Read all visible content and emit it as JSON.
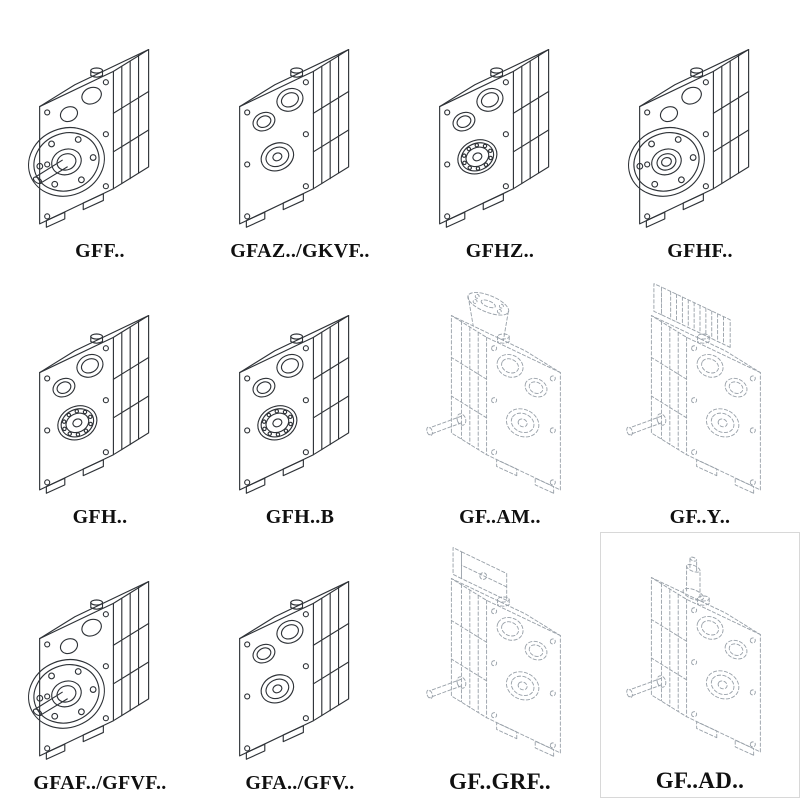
{
  "colors": {
    "background": "#ffffff",
    "line_solid": "#2e3237",
    "line_dashed": "#99a1a9"
  },
  "catalog": {
    "description": "gearbox-type-overview-diagram",
    "items": [
      {
        "key": "gff",
        "label": "GFF..",
        "variant": "flange-shaft",
        "icon": "gearbox-flange-shaft-drawing"
      },
      {
        "key": "gfaz-gkvf",
        "label": "GFAZ../GKVF..",
        "variant": "bores",
        "icon": "gearbox-shaft-mounted-drawing"
      },
      {
        "key": "gfhz",
        "label": "GFHZ..",
        "variant": "bores-bearing",
        "icon": "gearbox-hollow-shaft-drawing"
      },
      {
        "key": "gfhf",
        "label": "GFHF..",
        "variant": "flange-hollow",
        "icon": "gearbox-hollow-flange-drawing"
      },
      {
        "key": "gfh",
        "label": "GFH..",
        "variant": "bores-bearing",
        "icon": "gearbox-hollow-shaft-drawing"
      },
      {
        "key": "gfh-b",
        "label": "GFH..B",
        "variant": "bores-bearing",
        "icon": "gearbox-hollow-shaft-foot-drawing"
      },
      {
        "key": "gf-am",
        "label": "GF..AM..",
        "variant": "dashed-topflange",
        "icon": "gearbox-motor-adapter-flange-drawing"
      },
      {
        "key": "gf-y",
        "label": "GF..Y..",
        "variant": "dashed-motor",
        "icon": "gearmotor-drawing"
      },
      {
        "key": "gfaf-gfvf",
        "label": "GFAF../GFVF..",
        "variant": "flange-shaft",
        "icon": "gearbox-flange-shaft-drawing"
      },
      {
        "key": "gfa-gfv",
        "label": "GFA../GFV..",
        "variant": "bores",
        "icon": "gearbox-shaft-mounted-drawing"
      },
      {
        "key": "gf-grf",
        "label": "GF..GRF..",
        "variant": "dashed-adapter",
        "icon": "gearbox-input-adapter-drawing"
      },
      {
        "key": "gf-ad",
        "label": "GF..AD..",
        "variant": "dashed-stub",
        "icon": "gearbox-input-shaft-drawing"
      }
    ]
  }
}
